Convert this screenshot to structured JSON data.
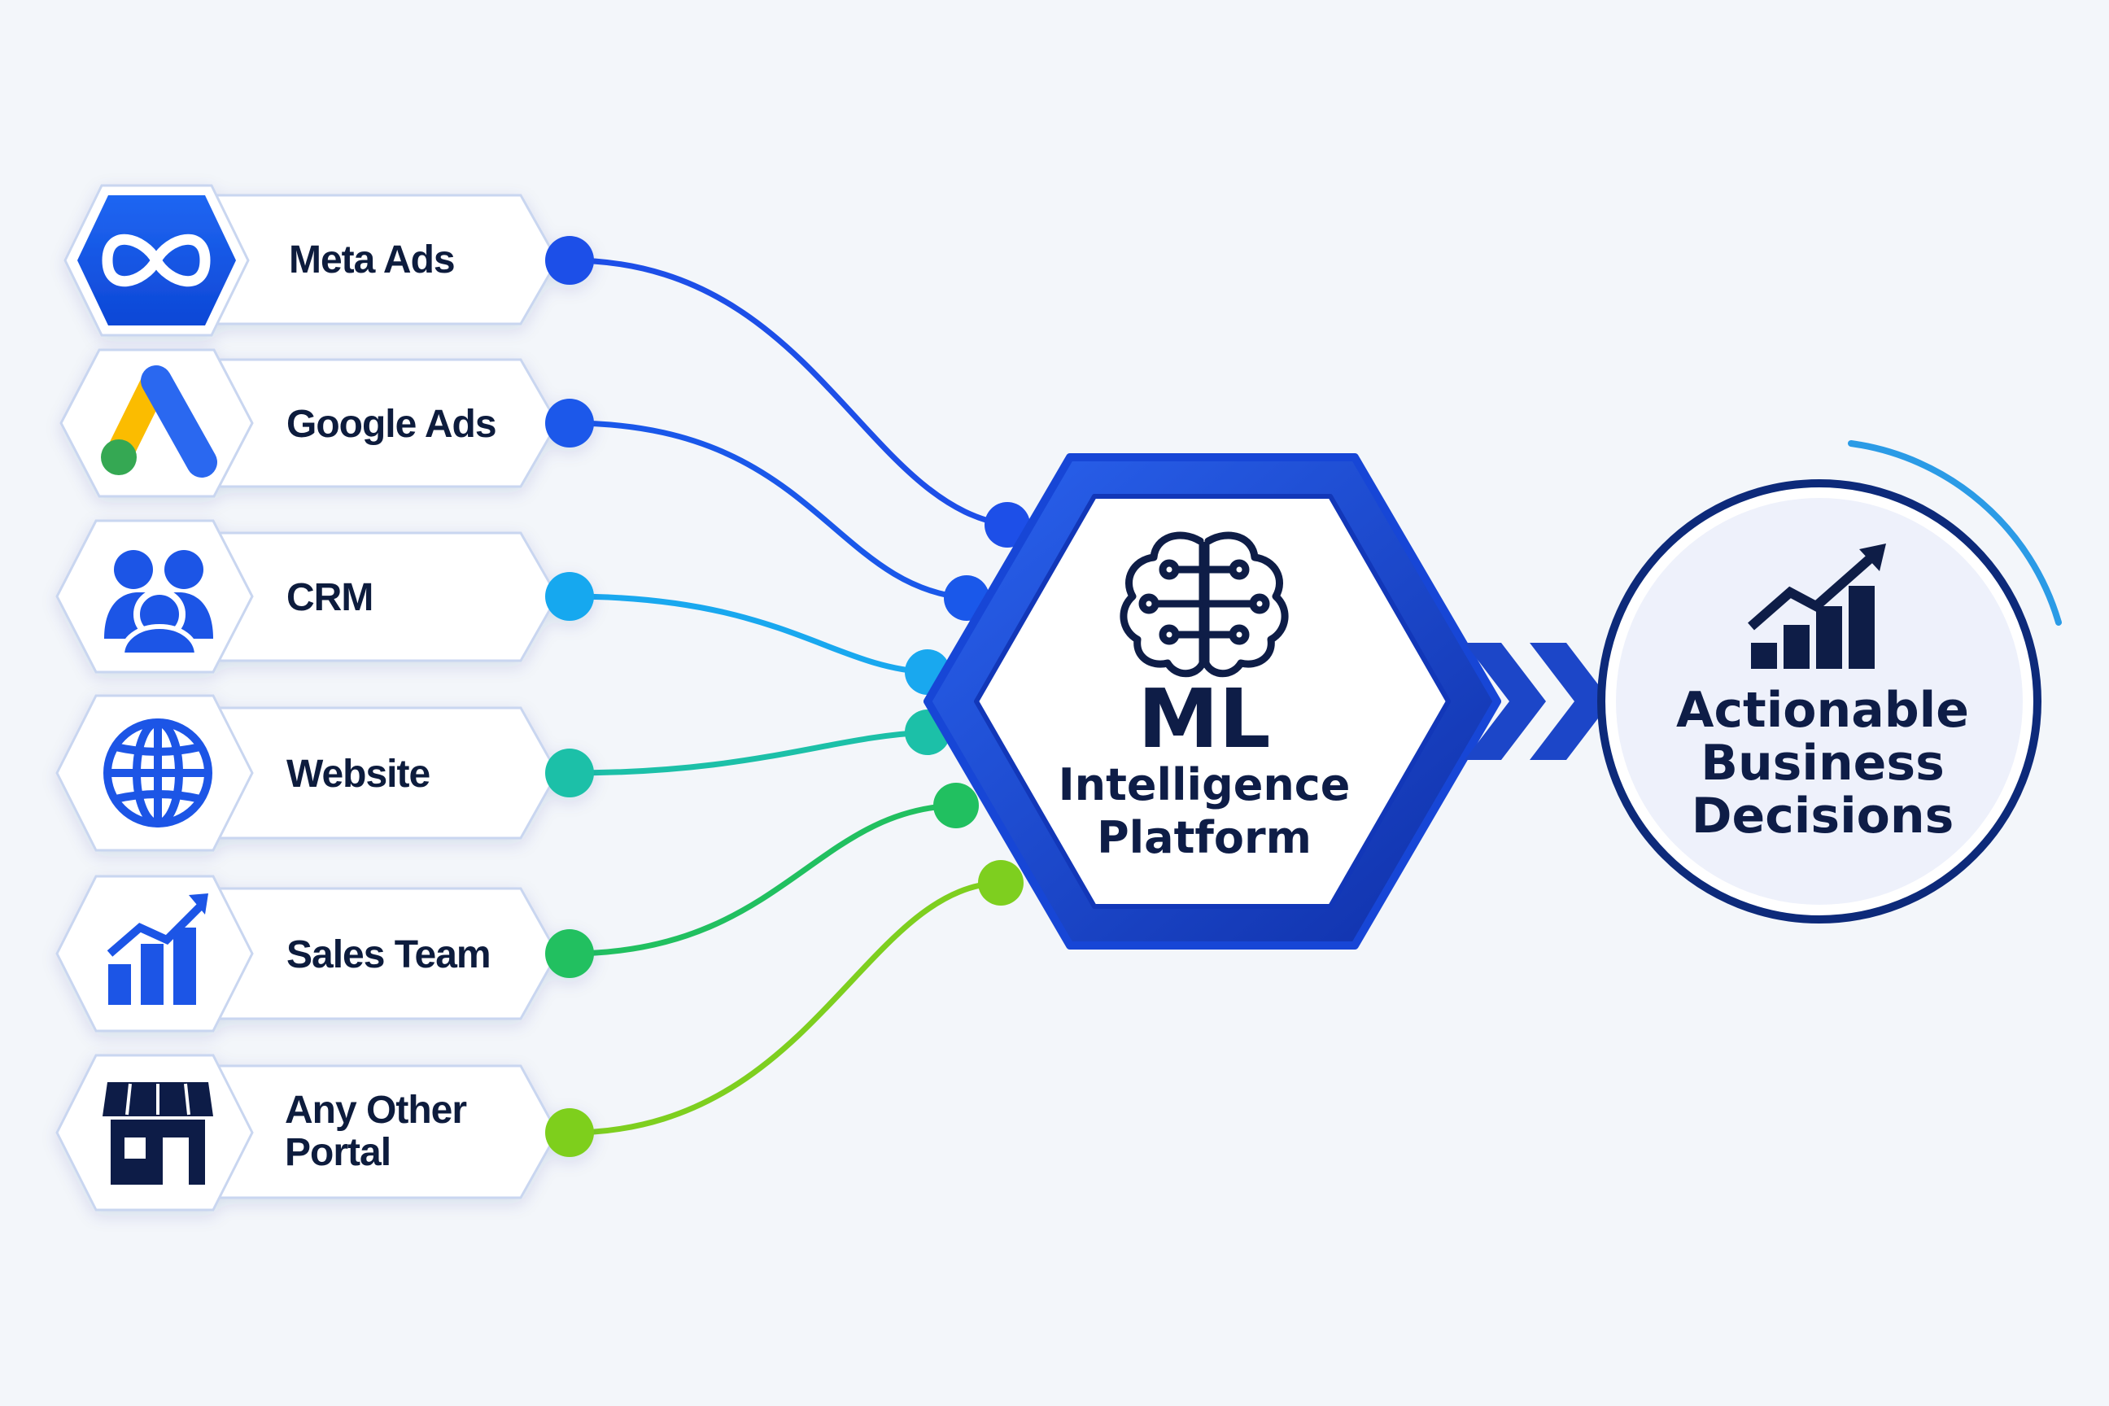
{
  "sources": [
    {
      "label": "Meta Ads",
      "icon": "meta-infinity-icon",
      "connector_color": "#1d4fe8"
    },
    {
      "label": "Google Ads",
      "icon": "google-ads-icon",
      "connector_color": "#1a58ea"
    },
    {
      "label": "CRM",
      "icon": "users-icon",
      "connector_color": "#19a8ef"
    },
    {
      "label": "Website",
      "icon": "globe-icon",
      "connector_color": "#1cc0a8"
    },
    {
      "label": "Sales Team",
      "icon": "bar-chart-icon",
      "connector_color": "#21c060"
    },
    {
      "label": "Any Other Portal",
      "icon": "storefront-icon",
      "connector_color": "#7ecf1f"
    }
  ],
  "hub": {
    "title": "ML",
    "subtitle_line1": "Intelligence",
    "subtitle_line2": "Platform",
    "icon": "brain-circuit-icon",
    "border_color": "#1746d6"
  },
  "output": {
    "line1": "Actionable",
    "line2": "Business",
    "line3": "Decisions",
    "icon": "growth-chart-icon",
    "ring_color": "#0d2a7a",
    "arc_color": "#2b9be6"
  },
  "arrow": {
    "icon": "double-chevron-icon",
    "color": "#1c46c8"
  }
}
